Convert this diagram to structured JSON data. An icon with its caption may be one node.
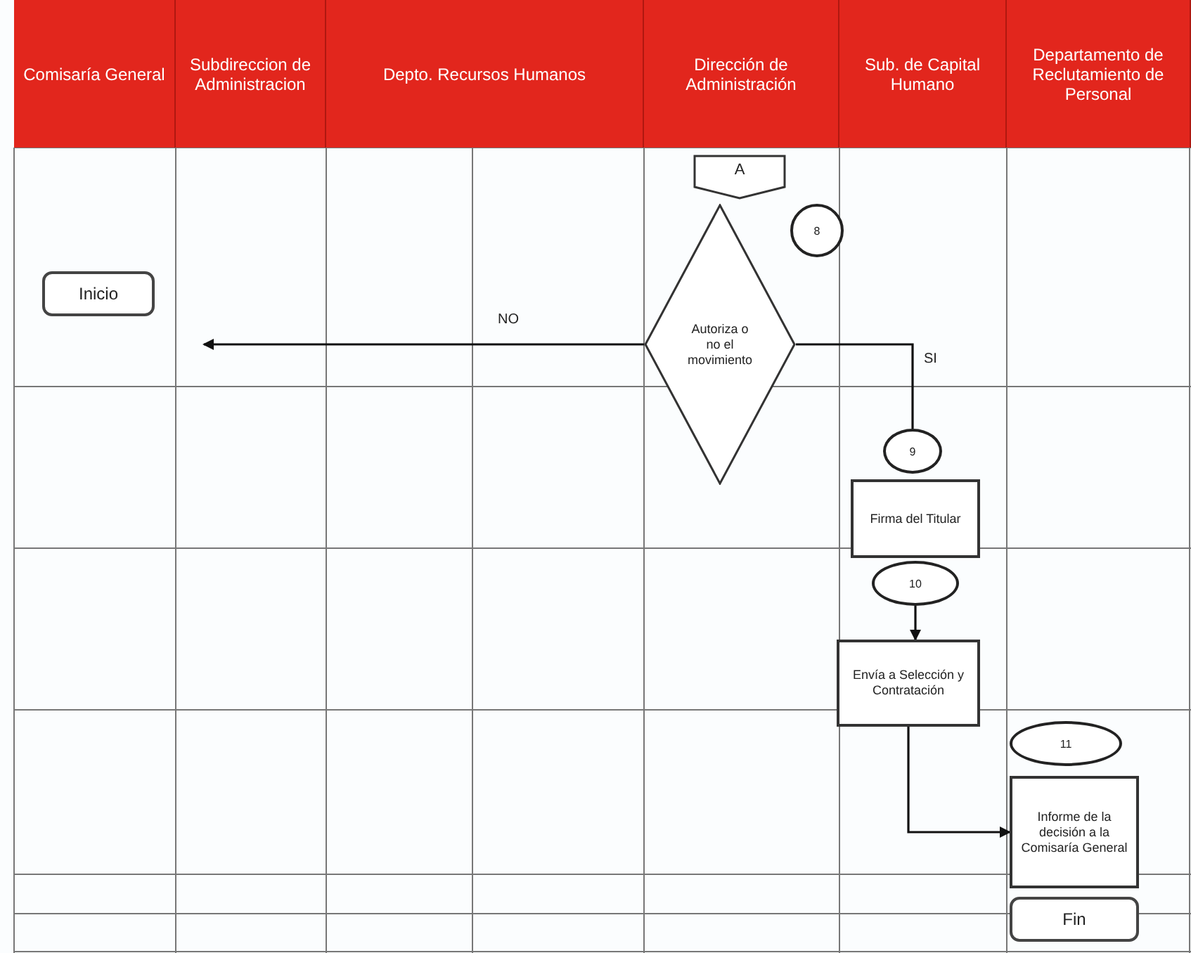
{
  "diagram": {
    "nodes": [
      {
        "text": [
          "Inicio"
        ]
      },
      {
        "text": [
          "A"
        ]
      },
      {
        "text": [
          "8"
        ]
      },
      {
        "text": [
          "Autoriza o no el movimiento"
        ]
      },
      {
        "text": [
          "9"
        ]
      },
      {
        "text": [
          "Firma del Titular"
        ]
      },
      {
        "text": [
          "10"
        ]
      },
      {
        "text": [
          "Envía a Selección y Contratación"
        ]
      },
      {
        "text": [
          "11"
        ]
      },
      {
        "text": [
          "Informe de la decisión a la Comisaría General"
        ]
      },
      {
        "text": [
          "Fin"
        ]
      }
    ],
    "edges": [
      {
        "from": 3,
        "to": null,
        "arrow": "to",
        "label": "NO"
      },
      {
        "from": 3,
        "to": 4,
        "arrow": "none",
        "label": "SI"
      },
      {
        "from": 6,
        "to": 7,
        "arrow": "to"
      },
      {
        "from": 7,
        "to": 9,
        "arrow": "to"
      }
    ],
    "labels": [
      "Comisaría General",
      "Subdireccion de Administracion",
      "Depto. Recursos Humanos",
      "Dirección de Administración",
      "Sub. de Capital Humano",
      "Departamento de Reclutamiento de Personal"
    ]
  }
}
